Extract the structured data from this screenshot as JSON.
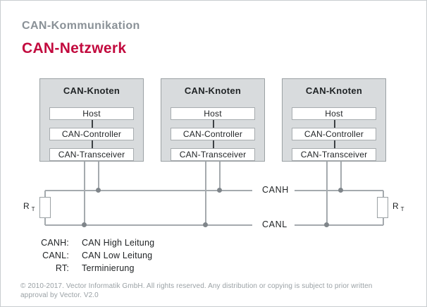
{
  "header": {
    "eyebrow": "CAN-Kommunikation",
    "title": "CAN-Netzwerk"
  },
  "diagram": {
    "node_title": "CAN-Knoten",
    "layers": [
      "Host",
      "CAN-Controller",
      "CAN-Transceiver"
    ],
    "bus": {
      "high_label": "CANH",
      "low_label": "CANL"
    },
    "terminator": {
      "symbol": "R",
      "subscript": "T"
    }
  },
  "legend": {
    "rows": [
      {
        "key": "CANH:",
        "value": "CAN High Leitung"
      },
      {
        "key": "CANL:",
        "value": "CAN Low Leitung"
      },
      {
        "key": "RT:",
        "value": "Terminierung"
      }
    ]
  },
  "footer": {
    "line1": "© 2010-2017. Vector Informatik GmbH. All rights reserved. Any distribution or copying is subject to prior written",
    "line2": "approval by Vector. V2.0"
  },
  "colors": {
    "accent_red": "#c20a3e",
    "node_fill": "#d8dbdd",
    "node_border": "#9ba1a4",
    "wire_gray": "#a5aaae",
    "connector_dark": "#3c4043",
    "text_dark": "#212426",
    "muted_gray": "#8a9197",
    "footer_gray": "#9aa1a5"
  }
}
